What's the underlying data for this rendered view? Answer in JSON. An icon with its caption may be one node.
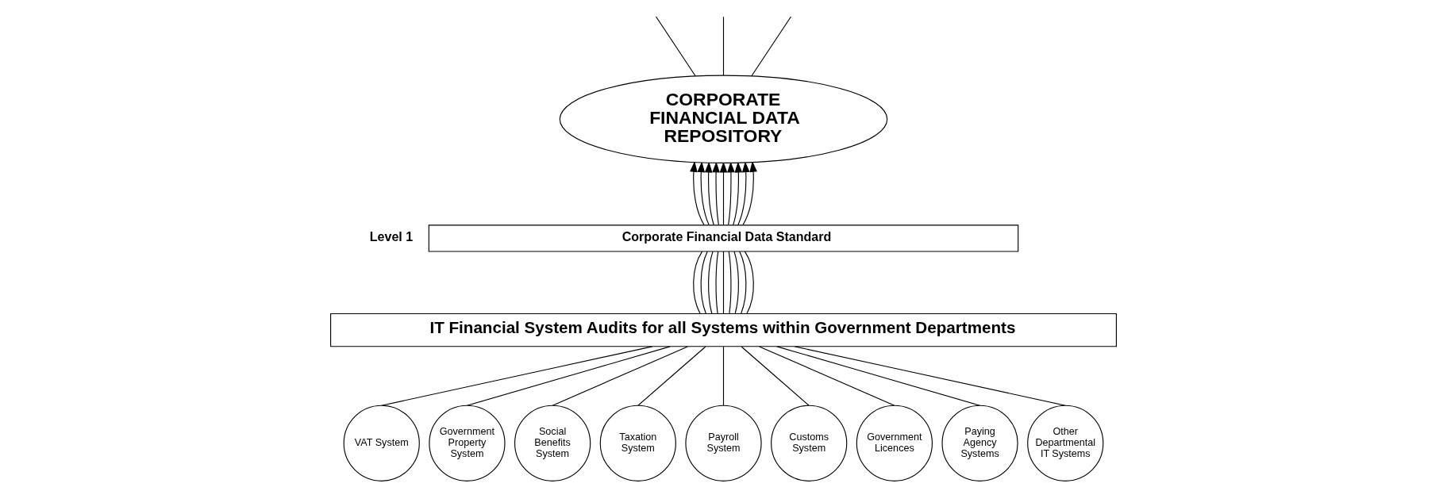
{
  "diagram": {
    "nodes": [
      {
        "text": [
          "CORPORATE FINANCIAL DATA REPOSITORY"
        ]
      },
      {
        "text": [
          "Corporate Financial Data Standard"
        ]
      },
      {
        "text": [
          "IT Financial System Audits for all Systems within Government Departments"
        ]
      },
      {
        "text": [
          "VAT System"
        ]
      },
      {
        "text": [
          "Government Property System"
        ]
      },
      {
        "text": [
          "Social Benefits System"
        ]
      },
      {
        "text": [
          "Taxation System"
        ]
      },
      {
        "text": [
          "Payroll System"
        ]
      },
      {
        "text": [
          "Customs System"
        ]
      },
      {
        "text": [
          "Government Licences"
        ]
      },
      {
        "text": [
          "Paying Agency Systems"
        ]
      },
      {
        "text": [
          "Other Departmental IT Systems"
        ]
      }
    ],
    "edges": [
      {
        "from": 3,
        "to": 2,
        "arrow": "none"
      },
      {
        "from": 4,
        "to": 2,
        "arrow": "none"
      },
      {
        "from": 5,
        "to": 2,
        "arrow": "none"
      },
      {
        "from": 6,
        "to": 2,
        "arrow": "none"
      },
      {
        "from": 7,
        "to": 2,
        "arrow": "none"
      },
      {
        "from": 8,
        "to": 2,
        "arrow": "none"
      },
      {
        "from": 9,
        "to": 2,
        "arrow": "none"
      },
      {
        "from": 10,
        "to": 2,
        "arrow": "none"
      },
      {
        "from": 11,
        "to": 2,
        "arrow": "none"
      },
      {
        "from": 2,
        "to": 1,
        "arrow": "none"
      },
      {
        "from": 2,
        "to": 1,
        "arrow": "none"
      },
      {
        "from": 2,
        "to": 1,
        "arrow": "none"
      },
      {
        "from": 2,
        "to": 1,
        "arrow": "none"
      },
      {
        "from": 2,
        "to": 1,
        "arrow": "none"
      },
      {
        "from": 2,
        "to": 1,
        "arrow": "none"
      },
      {
        "from": 2,
        "to": 1,
        "arrow": "none"
      },
      {
        "from": 2,
        "to": 1,
        "arrow": "none"
      },
      {
        "from": 2,
        "to": 1,
        "arrow": "none"
      },
      {
        "from": 1,
        "to": 0,
        "arrow": "to"
      },
      {
        "from": 1,
        "to": 0,
        "arrow": "to"
      },
      {
        "from": 1,
        "to": 0,
        "arrow": "to"
      },
      {
        "from": 1,
        "to": 0,
        "arrow": "to"
      },
      {
        "from": 1,
        "to": 0,
        "arrow": "to"
      },
      {
        "from": 1,
        "to": 0,
        "arrow": "to"
      },
      {
        "from": 1,
        "to": 0,
        "arrow": "to"
      },
      {
        "from": 1,
        "to": 0,
        "arrow": "to"
      },
      {
        "from": 1,
        "to": 0,
        "arrow": "to"
      },
      {
        "from": 0,
        "to": null,
        "arrow": "none"
      },
      {
        "from": 0,
        "to": null,
        "arrow": "none"
      },
      {
        "from": 0,
        "to": null,
        "arrow": "none"
      }
    ],
    "labels": [
      "Level 1"
    ]
  }
}
